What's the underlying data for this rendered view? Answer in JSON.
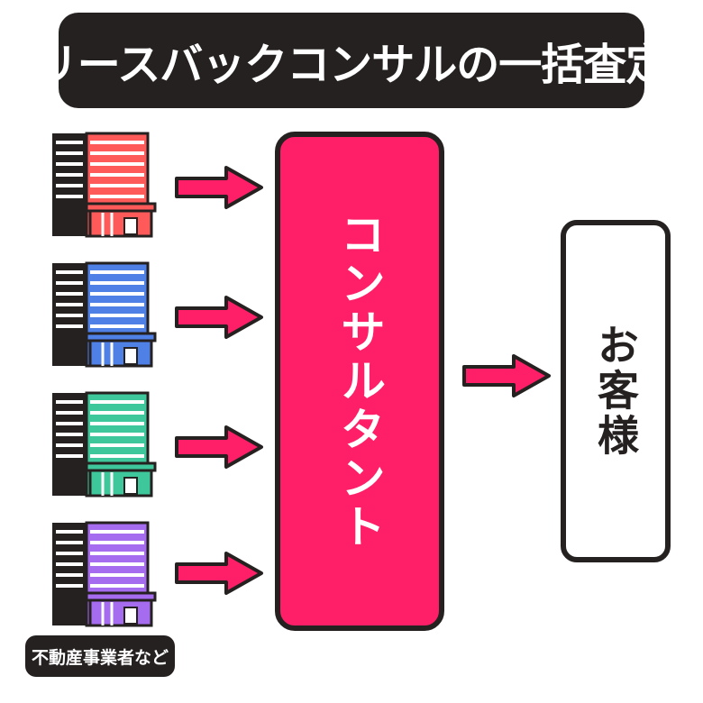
{
  "title": "リースバックコンサルの一括査定",
  "sources": [
    {
      "name": "building-red",
      "color": "#ff5a5a"
    },
    {
      "name": "building-blue",
      "color": "#4f80e6"
    },
    {
      "name": "building-green",
      "color": "#3ec79a"
    },
    {
      "name": "building-purple",
      "color": "#a56cf0"
    }
  ],
  "sources_caption": "不動産事業者など",
  "consultant_label": "コンサルタント",
  "customer_label": "お客様",
  "colors": {
    "dark": "#262121",
    "accent": "#ff1f68",
    "white": "#ffffff"
  }
}
